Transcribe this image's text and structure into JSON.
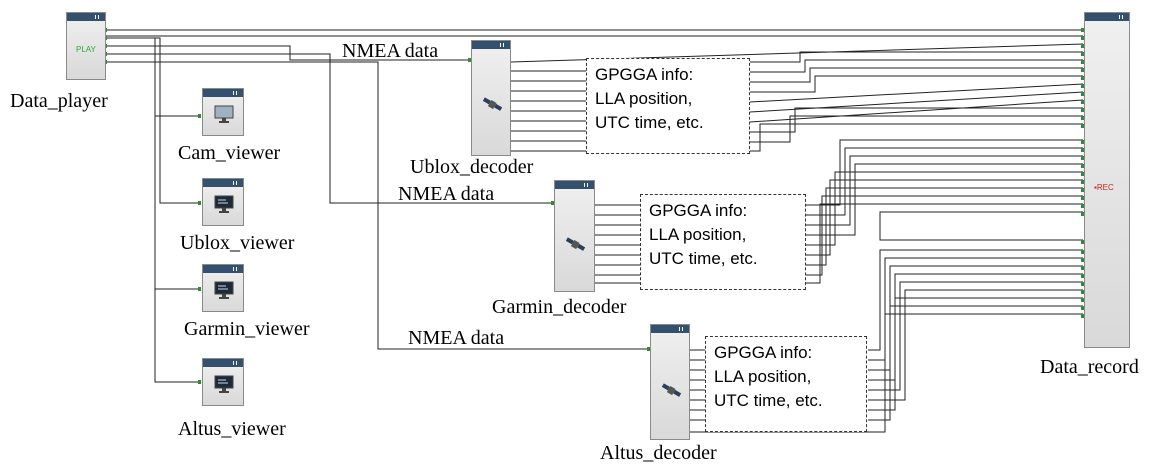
{
  "blocks": {
    "player": {
      "caption": "Data_player",
      "label": "PLAY"
    },
    "cam": {
      "caption": "Cam_viewer"
    },
    "ublox_viewer": {
      "caption": "Ublox_viewer"
    },
    "garmin_viewer": {
      "caption": "Garmin_viewer"
    },
    "altus_viewer": {
      "caption": "Altus_viewer"
    },
    "ublox_decoder": {
      "caption": "Ublox_decoder"
    },
    "garmin_decoder": {
      "caption": "Garmin_decoder"
    },
    "altus_decoder": {
      "caption": "Altus_decoder"
    },
    "record": {
      "caption": "Data_record",
      "label": "▪REC"
    }
  },
  "nets": {
    "ublox": "NMEA data",
    "garmin": "NMEA data",
    "altus": "NMEA data"
  },
  "info": {
    "ublox": [
      "GPGGA info:",
      "LLA position,",
      "UTC time, etc."
    ],
    "garmin": [
      "GPGGA info:",
      "LLA position,",
      "UTC time, etc."
    ],
    "altus": [
      "GPGGA info:",
      "LLA position,",
      "UTC time, etc."
    ]
  },
  "colors": {
    "header": "#33506f",
    "play": "#2fa83a",
    "rec": "#cc2222",
    "port": "#2e8b3a"
  }
}
